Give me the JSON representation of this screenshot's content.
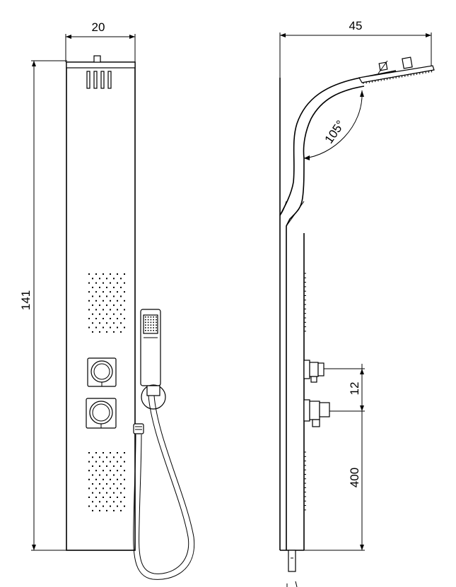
{
  "dimensions": {
    "front_width": "20",
    "side_depth": "45",
    "height": "141",
    "angle": "105°",
    "spacing_outlets": "12",
    "bottom_offset": "400"
  },
  "colors": {
    "line": "#000000",
    "background": "#ffffff"
  }
}
